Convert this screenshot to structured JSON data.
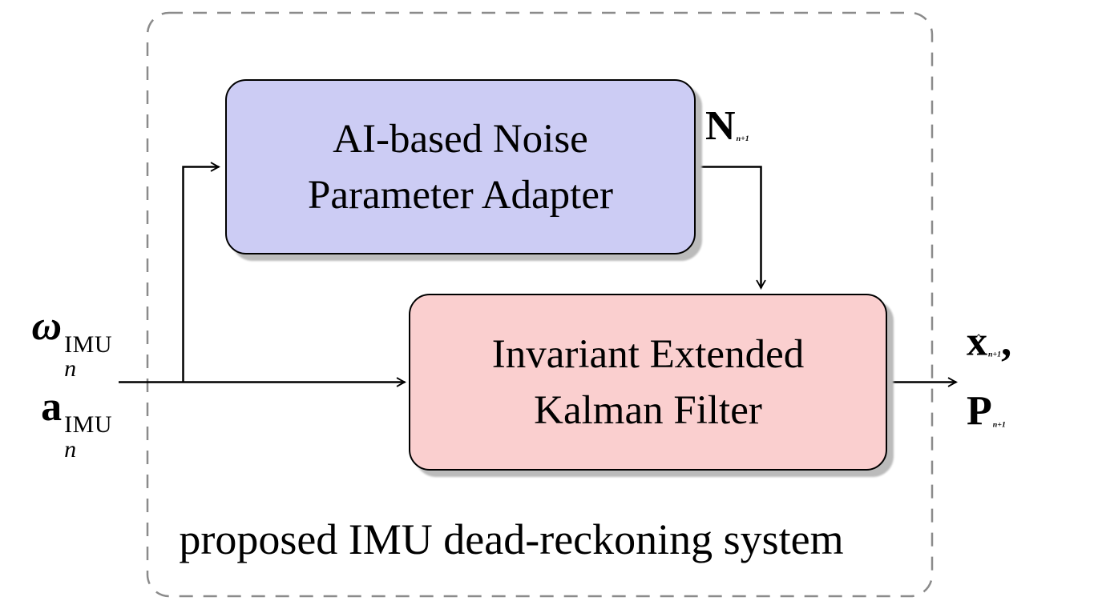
{
  "figure": {
    "caption": "proposed IMU dead-reckoning system"
  },
  "blocks": {
    "adapter": {
      "line1": "AI-based Noise",
      "line2": "Parameter Adapter",
      "fill": "#ccccf4"
    },
    "filter": {
      "line1": "Invariant Extended",
      "line2": "Kalman Filter",
      "fill": "#facfcf"
    }
  },
  "labels": {
    "input_omega": {
      "base": "ω",
      "sup": "IMU",
      "sub": "n"
    },
    "input_accel": {
      "base": "a",
      "sup": "IMU",
      "sub": "n"
    },
    "noise": {
      "base": "N",
      "sub": "n+1"
    },
    "state": {
      "hat": "ˆ",
      "base": "x",
      "sub": "n+1",
      "suffix": ","
    },
    "covariance": {
      "base": "P",
      "sub": "n+1"
    }
  },
  "colors": {
    "adapter_fill": "#ccccf4",
    "filter_fill": "#facfcf",
    "block_border": "#000000",
    "dashed_border": "#8b8b8b",
    "shadow": "#bbbbbb",
    "connector": "#000000",
    "background": "#ffffff"
  }
}
